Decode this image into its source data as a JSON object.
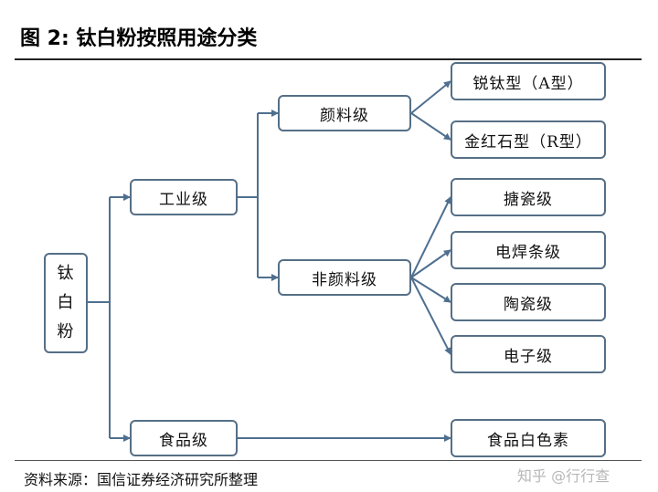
{
  "figure": {
    "title": "图 2:  钛白粉按照用途分类",
    "source": "资料来源：国信证券经济研究所整理",
    "watermark": "知乎 @行行查"
  },
  "diagram": {
    "root": {
      "chars": [
        "钛",
        "白",
        "粉"
      ]
    },
    "industrial": {
      "label": "工业级"
    },
    "pigment": {
      "label": "颜料级"
    },
    "anatase": {
      "label": "锐钛型（A型）"
    },
    "rutile": {
      "label": "金红石型（R型）"
    },
    "non_pigment": {
      "label": "非颜料级"
    },
    "enamel": {
      "label": "搪瓷级"
    },
    "welding": {
      "label": "电焊条级"
    },
    "ceramic": {
      "label": "陶瓷级"
    },
    "electronic": {
      "label": "电子级"
    },
    "food": {
      "label": "食品级"
    },
    "food_color": {
      "label": "食品白色素"
    },
    "colors": {
      "connector": "#4f6f8f",
      "box_border": "#556f86"
    }
  }
}
